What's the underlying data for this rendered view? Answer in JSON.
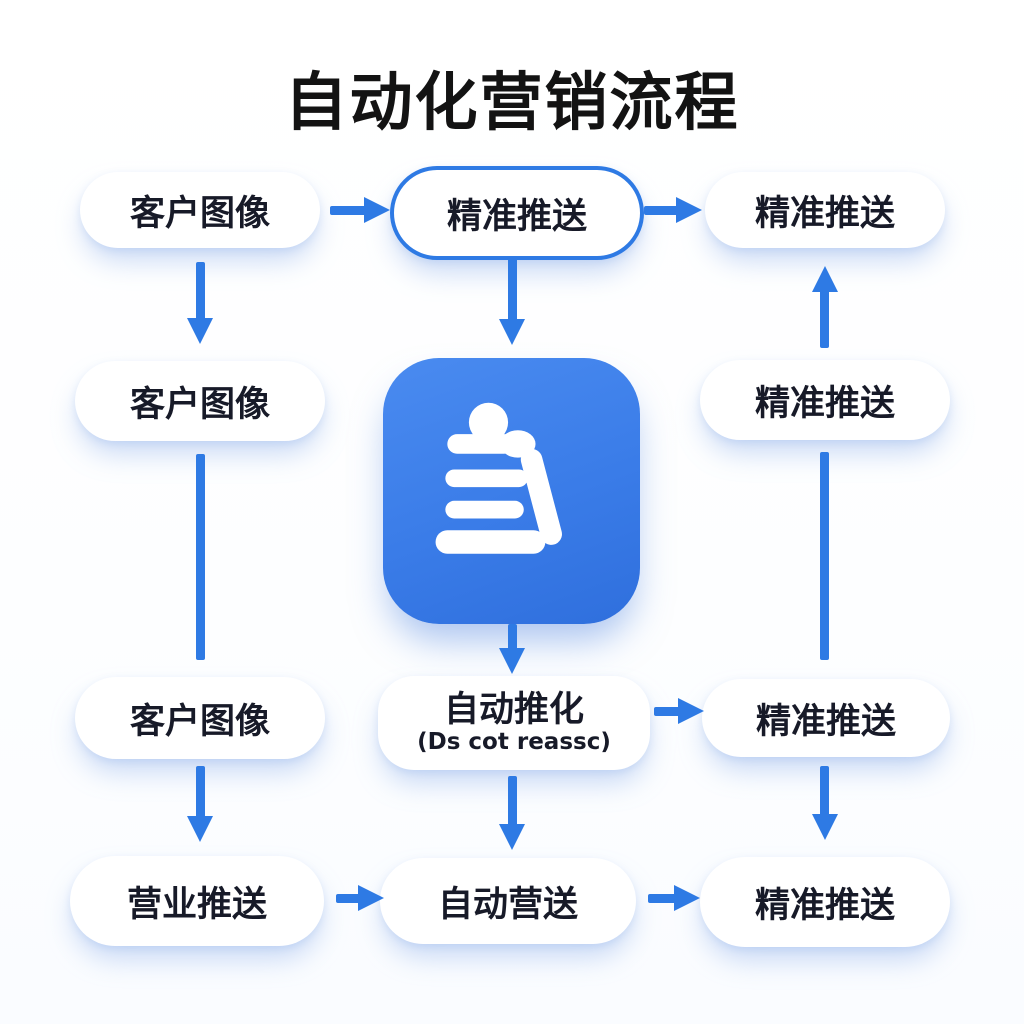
{
  "title": "自动化营销流程",
  "colors": {
    "arrow_blue": "#2E7AE4",
    "highlight_border": "#2E7AE4",
    "icon_background": "#3A7CE8",
    "node_background": "#FFFFFF",
    "node_text": "#171A28",
    "title_text": "#131313"
  },
  "icon": {
    "name": "cloud-document-icon"
  },
  "flow": {
    "row1": [
      {
        "label": "客户图像"
      },
      {
        "label": "精准推送",
        "highlighted": true
      },
      {
        "label": "精准推送"
      }
    ],
    "row2": [
      {
        "label": "客户图像"
      },
      {
        "icon": "cloud-document-icon"
      },
      {
        "label": "精准推送"
      }
    ],
    "row3": [
      {
        "label": "客户图像"
      },
      {
        "label": "自动推化",
        "sublabel": "(Ds cot reassc)"
      },
      {
        "label": "精准推送"
      }
    ],
    "row4": [
      {
        "label": "营业推送"
      },
      {
        "label": "自动营送"
      },
      {
        "label": "精准推送"
      }
    ]
  }
}
